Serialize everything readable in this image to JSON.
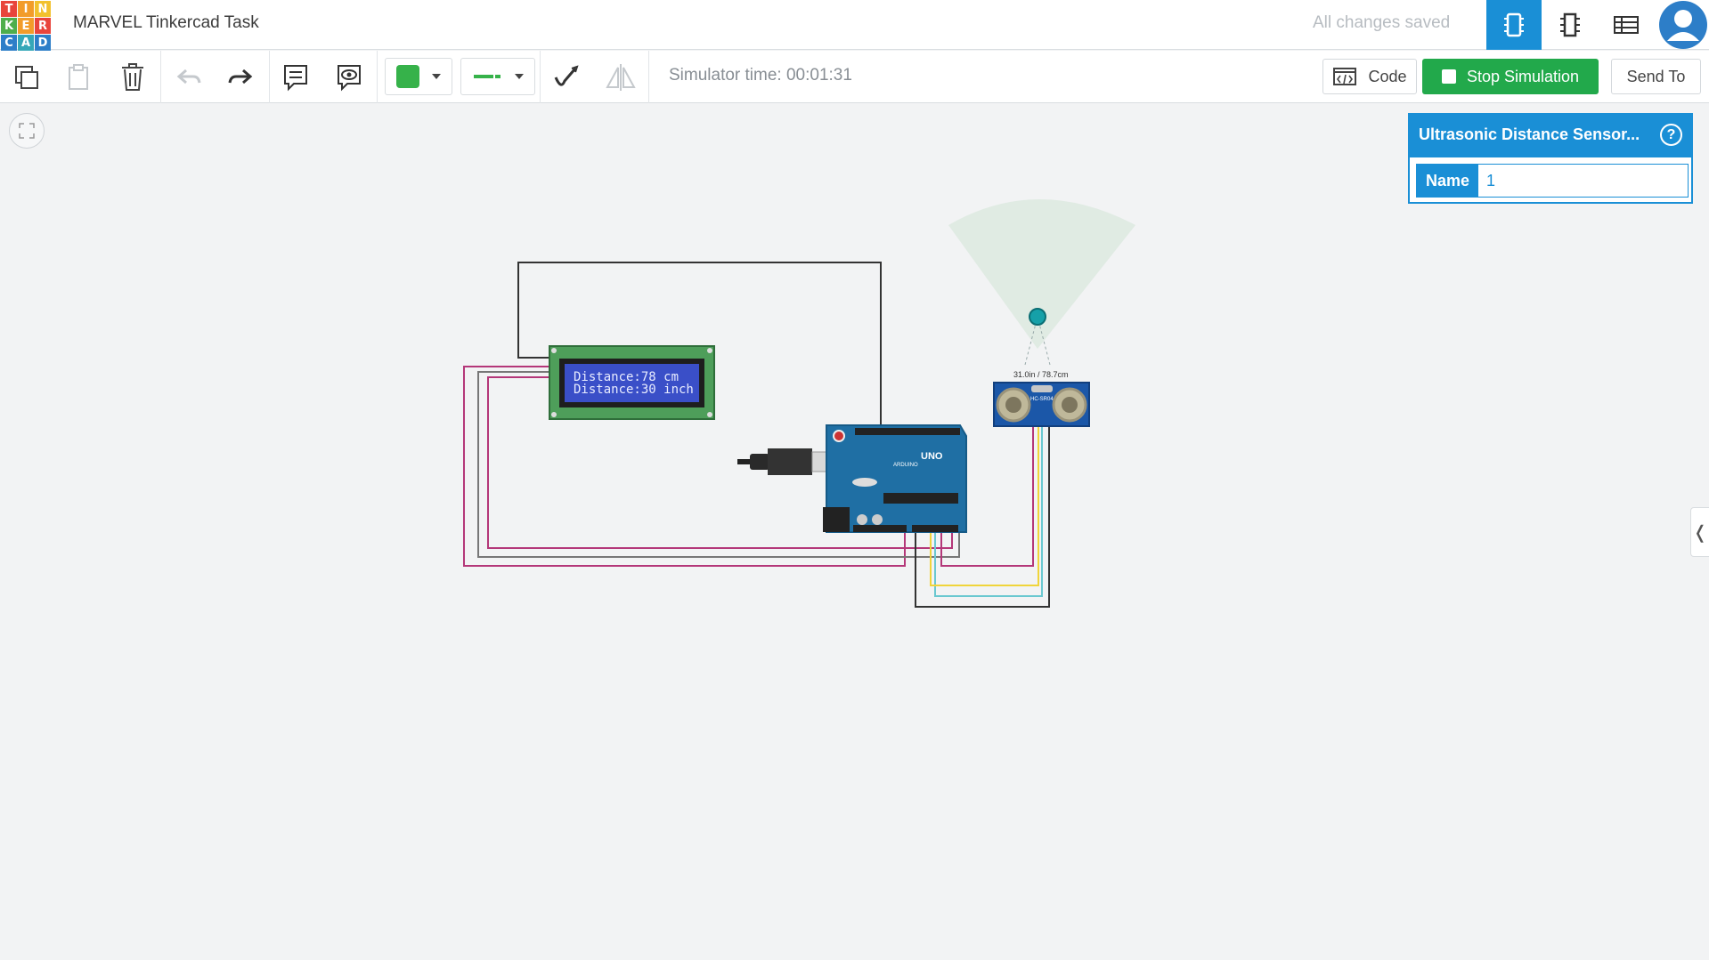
{
  "app": {
    "logo_letters": [
      "T",
      "I",
      "N",
      "K",
      "E",
      "R",
      "C",
      "A",
      "D"
    ],
    "title": "MARVEL Tinkercad Task",
    "save_status": "All changes saved"
  },
  "header": {
    "view_buttons": [
      {
        "name": "circuit-view",
        "icon": "breadboard-icon",
        "active": true
      },
      {
        "name": "schematic-view",
        "icon": "chip-icon",
        "active": false
      },
      {
        "name": "component-list-view",
        "icon": "list-icon",
        "active": false
      }
    ],
    "accent_color": "#1a8fd6"
  },
  "toolbar": {
    "simulator_time": "Simulator time: 00:01:31",
    "code_label": "Code",
    "stop_label": "Stop Simulation",
    "send_label": "Send To",
    "wire_color": "#36b24a",
    "stop_color": "#22a94b"
  },
  "inspector": {
    "title": "Ultrasonic Distance Sensor...",
    "help": "?",
    "fields": [
      {
        "label": "Name",
        "value": "1"
      }
    ]
  },
  "circuit": {
    "lcd_line1": "Distance:78 cm",
    "lcd_line2": "Distance:30 inch",
    "sensor_readout": "31.0in / 78.7cm",
    "sensor_model": "HC-SR04",
    "arduino_label": "UNO",
    "arduino_brand": "ARDUINO"
  },
  "collapse_glyph": "❬"
}
